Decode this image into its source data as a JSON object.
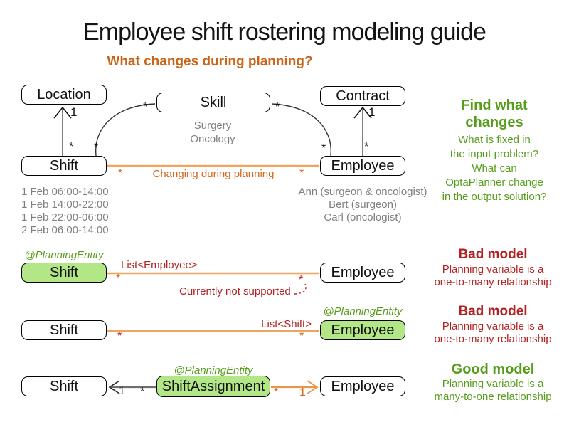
{
  "title": "Employee shift rostering modeling guide",
  "subtitle": "What changes during planning?",
  "sym": {
    "many": "*",
    "one": "1"
  },
  "planning_entity": "@PlanningEntity",
  "colors": {
    "accent_orange": "#c9651a",
    "line_orange": "#eda55f",
    "bad_red": "#b22222",
    "good_green": "#579d1c",
    "entity_green_fill": "#b2e687",
    "gray_text": "#808080"
  },
  "top": {
    "location": "Location",
    "skill": "Skill",
    "contract": "Contract",
    "shift": "Shift",
    "employee": "Employee",
    "skill_items": [
      "Surgery",
      "Oncology"
    ],
    "shift_items": [
      "1 Feb 06:00-14:00",
      "1 Feb 14:00-22:00",
      "1 Feb 22:00-06:00",
      "2 Feb 06:00-14:00"
    ],
    "employee_items": [
      "Ann (surgeon & oncologist)",
      "Bert (surgeon)",
      "Carl (oncologist)"
    ],
    "association_label": "Changing during planning"
  },
  "find": {
    "heading_line1": "Find what",
    "heading_line2": "changes",
    "lines": [
      "What is fixed in",
      "the input problem?",
      "What can",
      "OptaPlanner change",
      "in the output solution?"
    ]
  },
  "bad1": {
    "shift": "Shift",
    "employee": "Employee",
    "relation": "List<Employee>",
    "note": "Currently not supported",
    "heading": "Bad model",
    "line1": "Planning variable is a",
    "line2": "one-to-many relationship"
  },
  "bad2": {
    "shift": "Shift",
    "employee": "Employee",
    "relation": "List<Shift>",
    "heading": "Bad model",
    "line1": "Planning variable is a",
    "line2": "one-to-many relationship"
  },
  "good": {
    "shift": "Shift",
    "assignment": "ShiftAssignment",
    "employee": "Employee",
    "heading": "Good model",
    "line1": "Planning variable is a",
    "line2": "many-to-one relationship"
  }
}
